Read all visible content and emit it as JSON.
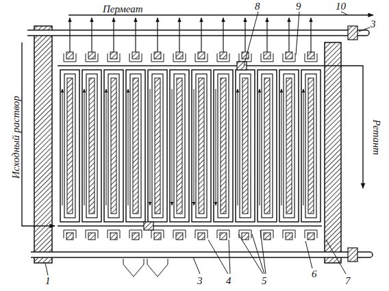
{
  "diagram": {
    "labels": [
      "Пермеат",
      "8",
      "9",
      "10",
      "3",
      "Исходный раствор",
      "Ретант",
      "1",
      "3",
      "4",
      "5",
      "6",
      "7"
    ]
  }
}
